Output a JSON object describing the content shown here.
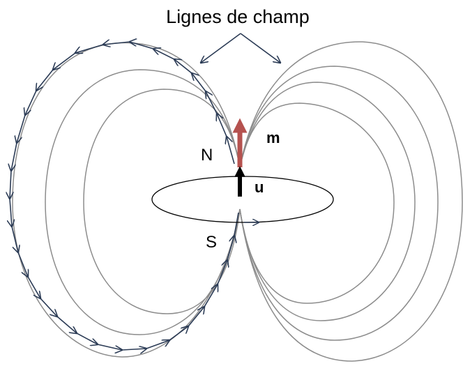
{
  "title": "Lignes de champ",
  "labels": {
    "north": "N",
    "south": "S",
    "moment": "m",
    "unit_vector": "u"
  },
  "colors": {
    "field_line": "#8c8c8c",
    "arrow_line": "#2b3b55",
    "moment_vector": "#b5524f",
    "unit_vector": "#000000",
    "current_loop": "#000000"
  }
}
